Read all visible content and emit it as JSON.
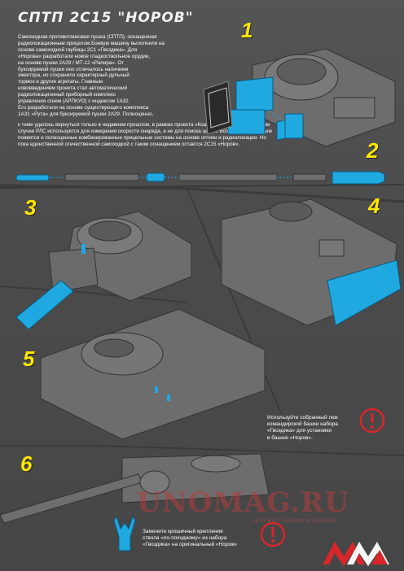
{
  "title": "СПТП 2С15 \"НОРОВ\"",
  "intro_lines": [
    "Самоходная противотанковая пушка (СПТП), оснащенная",
    "радиолокационным прицелом.Боевую машину выполнили на",
    " основе самоходной гаубицы 2С1 «Гвоздика». Для",
    "«Норова» разработали новое гладкоствольное орудие,",
    "на основе пушки 2А29 / МТ-12 «Рапира». От",
    "буксируемой пушки оно отличалось наличием",
    "эжектора, но сохранило характерный дульный",
    "тормоз и другие агрегаты. Главным",
    "нововведением проекта стал автоматический",
    "радиолокационный приборный комплекс",
    " управления огнем (АРПКУО) с индексом 1А32.",
    "Его разработали на основе существующего комплекса",
    "1А31 «Рута» для буксируемой пушки 2А29. Полноценно,"
  ],
  "intro_cont_lines": [
    "к теме удалось вернуться только в недавнем прошлом, в рамках проекта «Коалиция-СВ». Однако в этом",
    "случае РЛС используется для измерения скорости снаряда, а не для поиска целей. Возможно, в будущем",
    "появятся и полноценные комбинированные прицельные системы на основе оптики и радиолокации. Но",
    "пока единственной отечественной самоходкой с таким оснащением остается 2С15 «Норов»."
  ],
  "steps": [
    "1",
    "2",
    "3",
    "4",
    "5",
    "6"
  ],
  "note_hatch": [
    "Используйте собранный люк",
    "командирской башки набора",
    "«Гвоздика» для установки",
    "в башню «Норов»."
  ],
  "note_barrel": [
    "Замените крошечный крепления",
    "ствола «по-походному» из набора",
    "«Гвоздика» на оригинальный «Норов»"
  ],
  "brand": "UNOMAG.RU",
  "brand_tag": "ЖУРНАЛ НАШИХ МОДЕЛЕЙ",
  "colors": {
    "background": "#4a4a4a",
    "step_number": "#ffe600",
    "highlight_part": "#1fa9e0",
    "model_grey": "#6e6e6e",
    "warning": "#d8262a"
  },
  "icons": [
    "warning-icon",
    "barrel-clamp-icon",
    "mmm-logo"
  ]
}
